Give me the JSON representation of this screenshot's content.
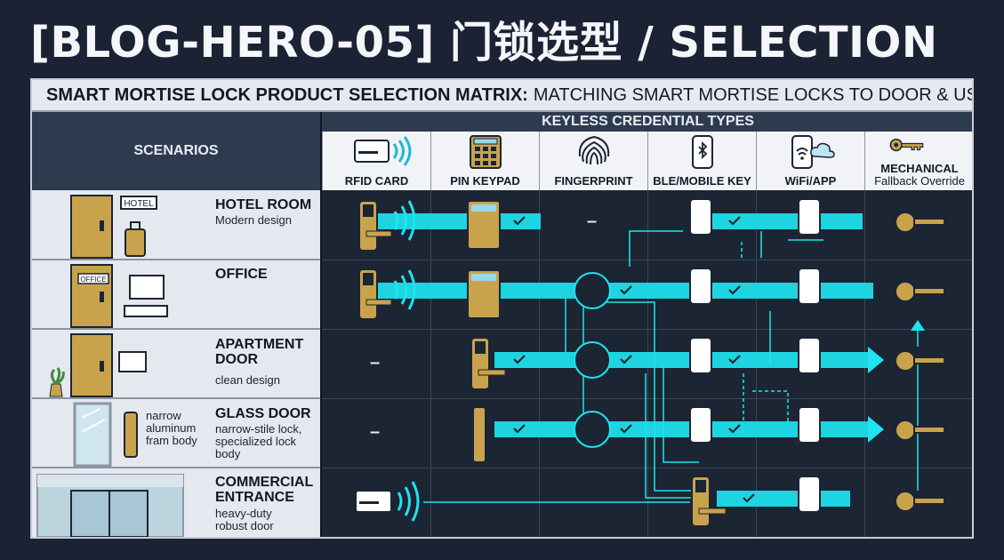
{
  "hero_title": "[BLOG-HERO-05] 门锁选型 / SELECTION",
  "matrix": {
    "title_bold": "SMART MORTISE LOCK PRODUCT SELECTION MATRIX:",
    "title_rest": "MATCHING SMART MORTISE LOCKS TO DOOR & USAGE",
    "scenarios_header": "SCENARIOS",
    "credentials_header": "KEYLESS CREDENTIAL TYPES",
    "columns": [
      {
        "label": "RFID CARD",
        "icon": "rfid-card-icon"
      },
      {
        "label": "PIN KEYPAD",
        "icon": "keypad-icon"
      },
      {
        "label": "FINGERPRINT",
        "icon": "fingerprint-icon"
      },
      {
        "label": "BLE/MOBILE KEY",
        "icon": "phone-bluetooth-icon"
      },
      {
        "label": "WiFi/APP",
        "icon": "phone-wifi-cloud-icon"
      },
      {
        "label": "MECHANICAL",
        "sublabel": "Fallback Override",
        "icon": "key-icon"
      }
    ],
    "rows": [
      {
        "name": "HOTEL ROOM",
        "desc": "Modern design",
        "sign": "HOTEL",
        "blank": ""
      },
      {
        "name": "OFFICE",
        "desc": "",
        "sign": "OFFICE",
        "blank": ""
      },
      {
        "name": "APARTMENT\nDOOR",
        "desc": "clean design",
        "blank": "–"
      },
      {
        "name": "GLASS DOOR",
        "desc": "narrow-stile lock,\nspecialized lock\nbody",
        "note": "narrow\naluminum\nfram body",
        "blank": "–"
      },
      {
        "name": "COMMERCIAL\nENTRANCE",
        "desc": "heavy-duty\nrobust door",
        "blank": ""
      }
    ],
    "hotel_fingerprint_blank": "–"
  },
  "colors": {
    "accent": "#1fe3f0",
    "lock_gold": "#c9a34c",
    "panel_dark": "#1c2533",
    "panel_light": "#e5e8ee"
  }
}
